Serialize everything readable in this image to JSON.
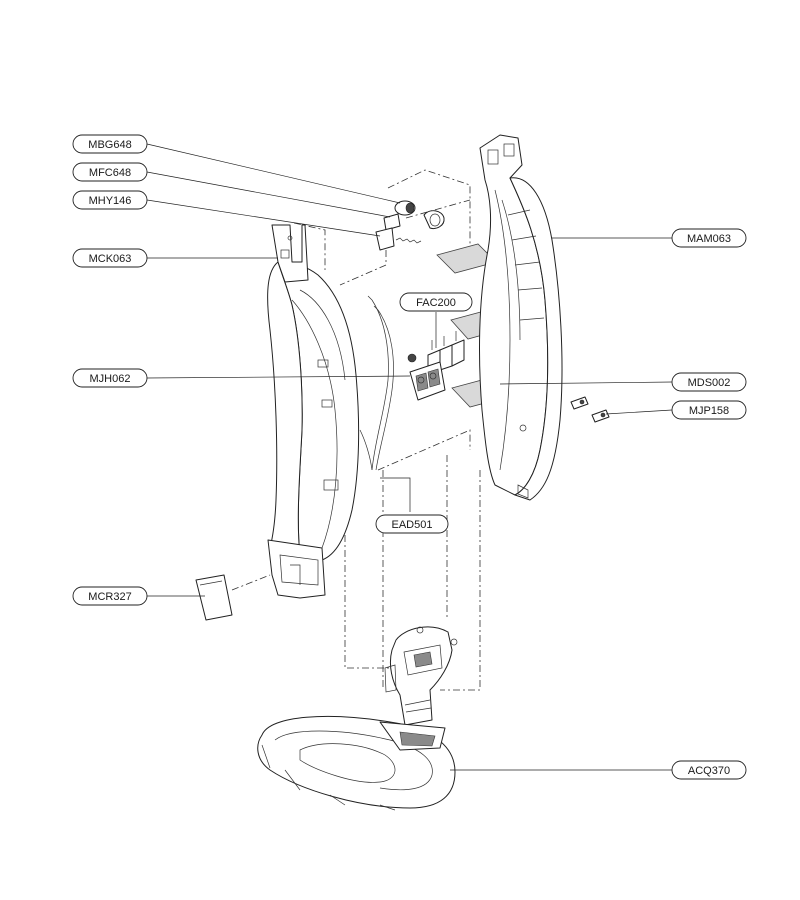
{
  "diagram": {
    "callouts": {
      "mbg648": "MBG648",
      "mfc648": "MFC648",
      "mhy146": "MHY146",
      "mck063": "MCK063",
      "fac200": "FAC200",
      "mjh062": "MJH062",
      "ead501": "EAD501",
      "mcr327": "MCR327",
      "mam063": "MAM063",
      "mds002": "MDS002",
      "mjp158": "MJP158",
      "acq370": "ACQ370"
    }
  }
}
